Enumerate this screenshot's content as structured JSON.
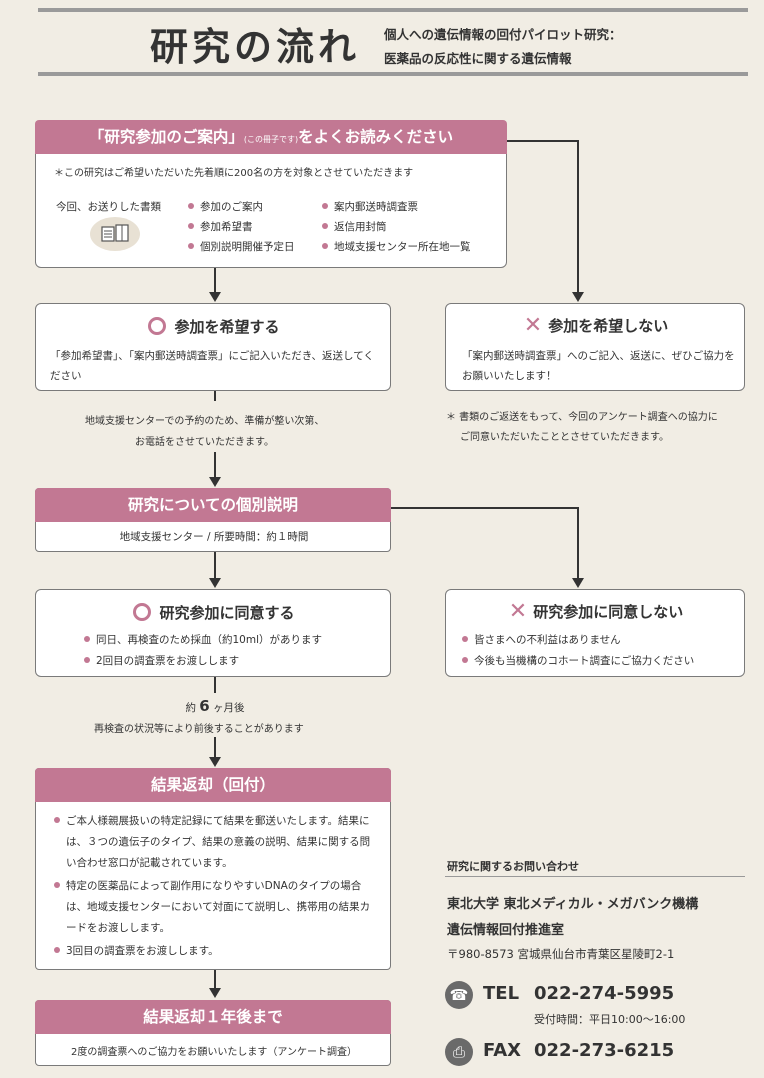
{
  "header": {
    "title": "研究の流れ",
    "subtitle_line1": "個人への遺伝情報の回付パイロット研究：",
    "subtitle_line2": "医薬品の反応性に関する遺伝情報"
  },
  "step1": {
    "heading_main": "「研究参加のご案内」",
    "heading_small": "(この冊子です)",
    "heading_tail": "をよくお読みください",
    "note": "＊この研究はご希望いただいた先着順に200名の方を対象とさせていただきます",
    "sent_label": "今回、お送りした書類",
    "docs_left": [
      "参加のご案内",
      "参加希望書",
      "個別説明開催予定日"
    ],
    "docs_right": [
      "案内郵送時調査票",
      "返信用封筒",
      "地域支援センター所在地一覧"
    ]
  },
  "yes1": {
    "heading": "参加を希望する",
    "text": "「参加希望書」、「案内郵送時調査票」にご記入いただき、返送してください"
  },
  "no1": {
    "heading": "参加を希望しない",
    "text": "「案内郵送時調査票」へのご記入、返送に、ぜひご協力をお願いいたします！",
    "note_line1": "＊ 書類のご返送をもって、今回のアンケート調査への協力に",
    "note_line2": "ご同意いただいたこととさせていただきます。"
  },
  "between1": {
    "line1": "地域支援センターでの予約のため、準備が整い次第、",
    "line2": "お電話をさせていただきます。"
  },
  "step2": {
    "heading": "研究についての個別説明",
    "text": "地域支援センター / 所要時間：約１時間"
  },
  "yes2": {
    "heading": "研究参加に同意する",
    "items": [
      "同日、再検査のため採血（約10ml）があります",
      "2回目の調査票をお渡しします"
    ]
  },
  "no2": {
    "heading": "研究参加に同意しない",
    "items": [
      "皆さまへの不利益はありません",
      "今後も当機構のコホート調査にご協力ください"
    ]
  },
  "between2": {
    "pre": "約",
    "num": "6",
    "post": "ヶ月後",
    "line2": "再検査の状況等により前後することがあります"
  },
  "step3": {
    "heading": "結果返却（回付）",
    "items": [
      "ご本人様親展扱いの特定記録にて結果を郵送いたします。結果には、３つの遺伝子のタイプ、結果の意義の説明、結果に関する問い合わせ窓口が記載されています。",
      "特定の医薬品によって副作用になりやすいDNAのタイプの場合は、地域支援センターにおいて対面にて説明し、携帯用の結果カードをお渡しします。",
      "3回目の調査票をお渡しします。"
    ]
  },
  "step4": {
    "heading": "結果返却１年後まで",
    "text": "2度の調査票へのご協力をお願いいたします（アンケート調査）"
  },
  "contact": {
    "label": "研究に関するお問い合わせ",
    "org_line1": "東北大学 東北メディカル・メガバンク機構",
    "org_line2": "遺伝情報回付推進室",
    "address": "〒980-8573 宮城県仙台市青葉区星陵町2-1",
    "tel_label": "TEL",
    "tel": "022-274-5995",
    "hours": "受付時間：平日10:00〜16:00",
    "fax_label": "FAX",
    "fax": "022-273-6215"
  },
  "colors": {
    "accent": "#c27893",
    "background": "#f1ede4",
    "rule": "#9a9a9a"
  },
  "icons": [
    "documents-icon",
    "circle-icon",
    "cross-icon",
    "phone-icon",
    "fax-icon"
  ]
}
